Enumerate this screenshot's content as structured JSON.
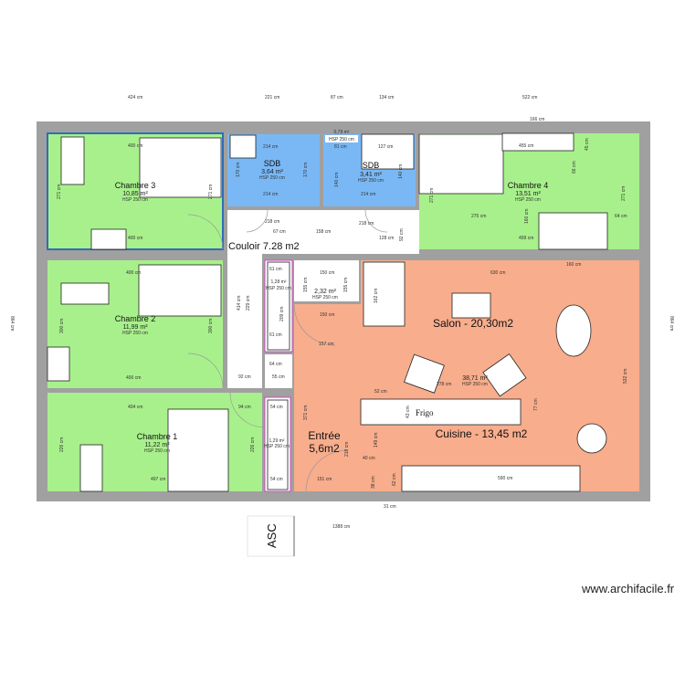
{
  "colors": {
    "bedroom": "#a8f08c",
    "bathroom": "#7ab8f5",
    "living": "#f8ad8c",
    "wall": "#a0a0a0",
    "corridor": "#ffffff",
    "selected_border": "#2d6fb8"
  },
  "top_dims": [
    "424 cm",
    "221 cm",
    "87 cm",
    "134 cm",
    "522 cm",
    "166 cm"
  ],
  "side_dims": {
    "left": "864 cm",
    "right": "864 cm",
    "bottom": "31 cm",
    "total": "1388 cm"
  },
  "rooms": {
    "chambre3": {
      "name": "Chambre 3",
      "area": "10,85 m²",
      "hsp": "HSP 250 cm",
      "dims": [
        "400 cm",
        "271 cm",
        "271 cm",
        "400 cm"
      ]
    },
    "sdb1": {
      "name": "SDB",
      "area": "3,64 m²",
      "hsp": "HSP 250 cm",
      "dims": [
        "214 cm",
        "170 cm",
        "214 cm",
        "170 cm"
      ]
    },
    "wc": {
      "area": "0,79 m²",
      "hsp": "HSP 250 cm",
      "dims": [
        "81 cm",
        "140 cm"
      ]
    },
    "sdb2": {
      "name": "SDB",
      "area": "3,41 m²",
      "hsp": "HSP 250 cm",
      "dims": [
        "127 cm",
        "214 cm",
        "140 cm"
      ]
    },
    "chambre4": {
      "name": "Chambre 4",
      "area": "13,51 m²",
      "hsp": "HSP 250 cm",
      "dims": [
        "455 cm",
        "275 cm",
        "271 cm",
        "271 cm",
        "499 cm",
        "64 cm",
        "160 cm",
        "45 cm",
        "66 cm"
      ]
    },
    "couloir": {
      "name": "Couloir 7.28 m2",
      "dims": [
        "218 cm",
        "67 cm",
        "158 cm",
        "218 cm",
        "128 cm",
        "92 cm",
        "414 cm",
        "229 cm",
        "92 cm",
        "64 cm",
        "55 cm"
      ]
    },
    "chambre2": {
      "name": "Chambre 2",
      "area": "11,99 m²",
      "hsp": "HSP 250 cm",
      "dims": [
        "400 cm",
        "300 cm",
        "300 cm",
        "400 cm"
      ]
    },
    "placard1": {
      "area": "1,28 m²",
      "hsp": "HSP 250 cm",
      "dims": [
        "61 cm",
        "61 cm",
        "209 cm"
      ]
    },
    "placard2": {
      "area": "2,32 m²",
      "hsp": "HSP 250 cm",
      "dims": [
        "150 cm",
        "155 cm",
        "155 cm",
        "150 cm"
      ]
    },
    "placard3": {
      "area": "1,29 m²",
      "hsp": "HSP 250 cm",
      "dims": [
        "54 cm",
        "54 cm"
      ]
    },
    "chambre1": {
      "name": "Chambre 1",
      "area": "11,22 m²",
      "hsp": "HSP 250 cm",
      "dims": [
        "404 cm",
        "94 cm",
        "226 cm",
        "226 cm",
        "497 cm"
      ]
    },
    "entree": {
      "name": "Entrée",
      "name2": "5,6m2",
      "dims": [
        "157 cm",
        "371 cm",
        "218 cm",
        "151 cm"
      ]
    },
    "salon": {
      "name": "Salon - 20,30m2",
      "area": "38,71 m²",
      "hsp": "HSP 250 cm",
      "dims": [
        "630 cm",
        "160 cm",
        "162 cm",
        "532 cm",
        "278 cm"
      ]
    },
    "cuisine": {
      "name": "Cuisine - 13,45 m2",
      "fridge": "Frigo",
      "dims": [
        "52 cm",
        "43 cm",
        "149 cm",
        "40 cm",
        "590 cm",
        "38 cm",
        "62 cm",
        "77 cm"
      ]
    }
  },
  "elevator": "ASC",
  "watermark": "www.archifacile.fr"
}
